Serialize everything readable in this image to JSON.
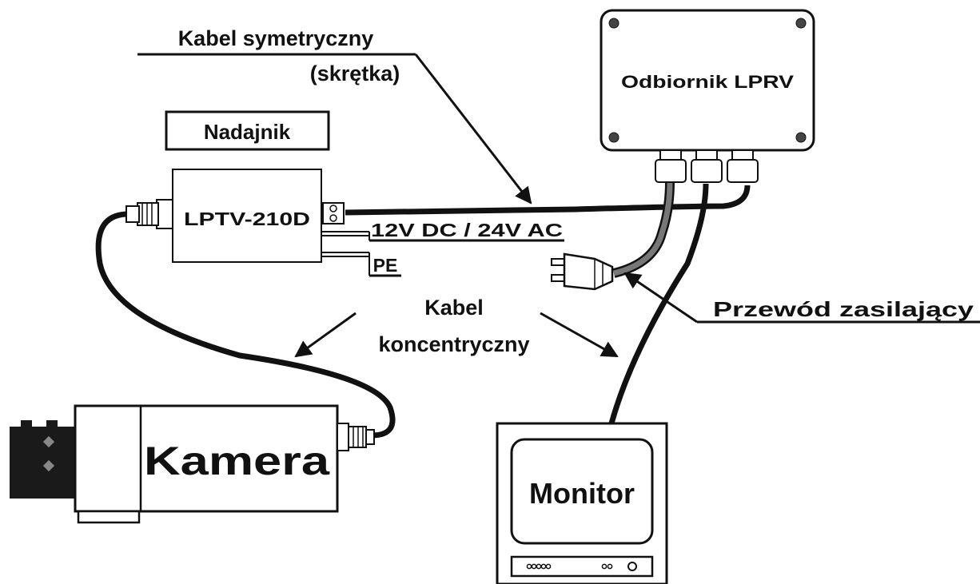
{
  "labels": {
    "symmetric_cable_line1": "Kabel symetryczny",
    "symmetric_cable_line2": "(skrętka)",
    "transmitter": "Nadajnik",
    "transmitter_model": "LPTV-210D",
    "receiver": "Odbiornik LPRV",
    "power_spec": "12V DC / 24V AC",
    "pe": "PE",
    "coax_line1": "Kabel",
    "coax_line2": "koncentryczny",
    "power_cord": "Przewód zasilający",
    "camera": "Kamera",
    "monitor": "Monitor"
  },
  "colors": {
    "ink": "#111111",
    "device_fill": "#ffffff",
    "power_cable": "#777777",
    "camera_lens": "#1a1a1a"
  },
  "icons": {
    "transmitter": "transmitter-box-icon",
    "receiver": "receiver-box-icon",
    "camera": "camera-icon",
    "monitor": "monitor-icon",
    "plug": "power-plug-icon",
    "bnc": "bnc-connector-icon"
  }
}
